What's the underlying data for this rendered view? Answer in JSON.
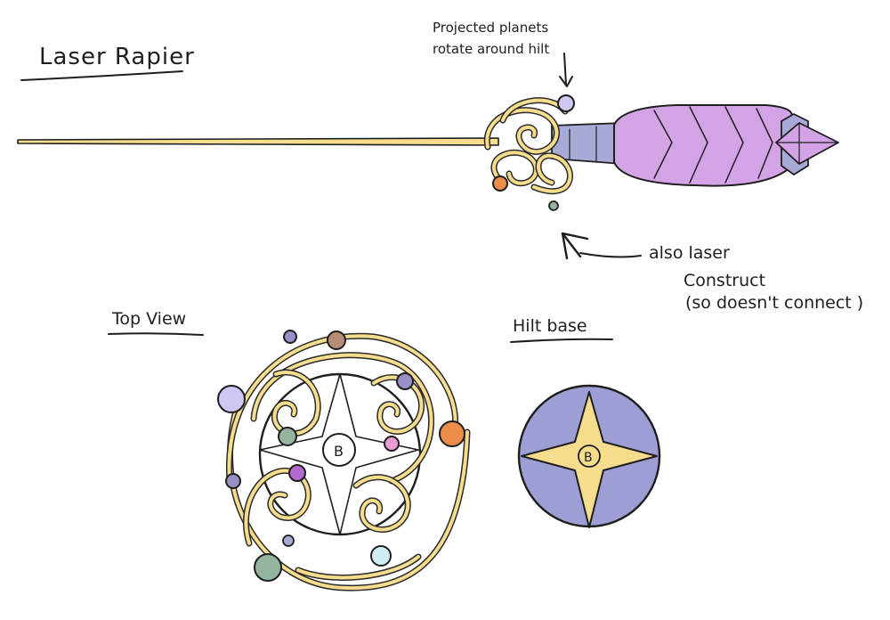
{
  "labels": {
    "laser_rapier": "Laser Rapier",
    "projected_planets_line1": "Projected planets",
    "projected_planets_line2": "rotate around hilt",
    "also_laser": "also laser",
    "construct_line1": "Construct",
    "construct_line2": "(so doesn't connect )",
    "top_view": "Top View",
    "hilt_base": "Hilt base",
    "emblem_letter": "B"
  },
  "colors": {
    "blade_gold": "#f6dd8e",
    "grip_purple": "#d4a3e6",
    "guard_lavender": "#a7a9d6",
    "hilt_base_purple": "#9d9fd4",
    "star_yellow": "#f6dd8e",
    "planet_lavender": "#cfc7f2",
    "planet_brown": "#b78c76",
    "planet_teal": "#94b49f",
    "planet_orange": "#ec8c4a",
    "planet_pink": "#e79bd2",
    "planet_violet": "#b36ad0",
    "planet_ice": "#cfeef4",
    "planet_grey_violet": "#9a8fc4"
  },
  "icons": {
    "planets_arrow": "arrow-down-icon",
    "laser_arrow": "arrow-up-left-icon",
    "emblem": "b-emblem-icon"
  }
}
